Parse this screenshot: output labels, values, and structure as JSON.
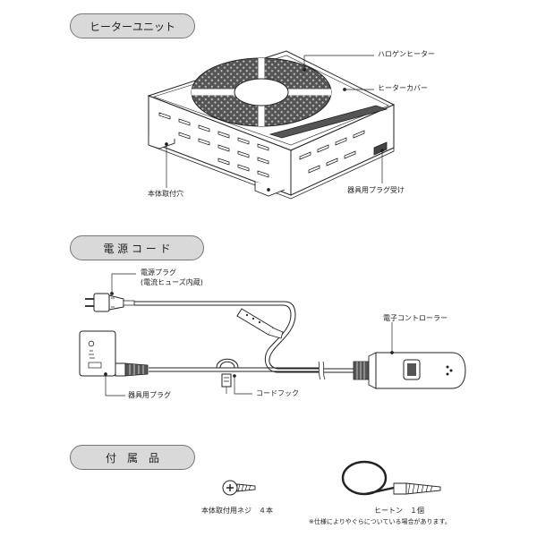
{
  "sections": {
    "heater_unit": {
      "title": "ヒーターユニット",
      "labels": {
        "halogen_heater": "ハロゲンヒーター",
        "heater_cover": "ヒーターカバー",
        "mounting_hole": "本体取付穴",
        "appliance_plug_receptacle": "器具用プラグ受け"
      }
    },
    "power_cord": {
      "title": "電 源 コ ー ド",
      "labels": {
        "power_plug": "電源プラグ",
        "fuse_note": "(電流ヒューズ内蔵)",
        "electronic_controller": "電子コントローラー",
        "appliance_plug": "器具用プラグ",
        "cord_hook": "コードフック"
      }
    },
    "accessories": {
      "title": "付　属　品",
      "labels": {
        "screws": "本体取付用ネジ　４本",
        "hook": "ヒートン　１個",
        "note": "※仕様によりやぐらについている場合があります。"
      }
    }
  }
}
